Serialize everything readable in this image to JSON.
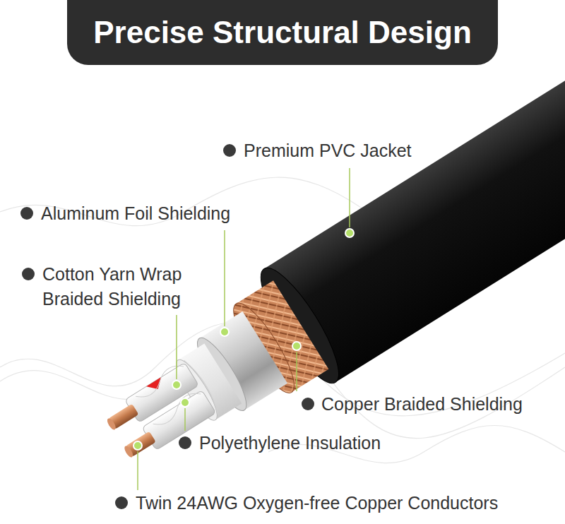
{
  "diagram": {
    "title": "Precise Structural Design",
    "labels": [
      "Premium PVC Jacket",
      "Aluminum Foil Shielding",
      "Cotton Yarn Wrap Braided Shielding",
      "Copper Braided Shielding",
      "Polyethylene Insulation",
      "Twin 24AWG Oxygen-free Copper Conductors"
    ]
  }
}
